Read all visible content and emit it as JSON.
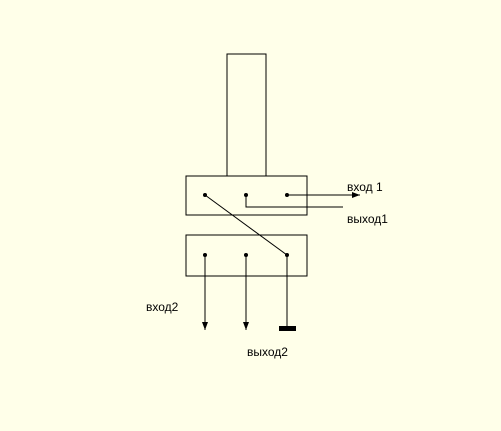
{
  "colors": {
    "background": "#ffffe9",
    "stroke": "#000000"
  },
  "labels": {
    "input1": "вход 1",
    "output1": "выход1",
    "input2": "вход2",
    "output2": "выход2"
  }
}
